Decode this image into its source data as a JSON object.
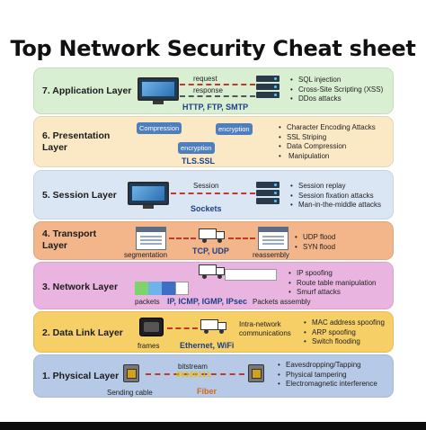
{
  "title": "Top Network Security Cheat sheet",
  "colors": {
    "application": "#d9efd2",
    "presentation": "#fbe9c6",
    "session": "#dbe6f5",
    "transport": "#f3b58a",
    "network": "#e9b5e0",
    "datalink": "#f6cf66",
    "physical": "#b6c9e6"
  },
  "layers": {
    "application": {
      "name": "7. Application Layer",
      "labels": [
        "request",
        "response"
      ],
      "protocols": "HTTP, FTP, SMTP",
      "attacks": [
        "SQL injection",
        "Cross-Site Scripting (XSS)",
        "DDos attacks"
      ]
    },
    "presentation": {
      "name_line1": "6. Presentation",
      "name_line2": "Layer",
      "tags": [
        "Compression",
        "encryption",
        "encryption"
      ],
      "protocols": "TLS.SSL",
      "attacks": [
        "Character Encoding Attacks",
        "SSL Striping",
        "Data Compression",
        "Manipulation"
      ]
    },
    "session": {
      "name": "5. Session Layer",
      "label": "Session",
      "protocols": "Sockets",
      "attacks": [
        "Session replay",
        "Session fixation attacks",
        "Man-in-the-middle attacks"
      ]
    },
    "transport": {
      "name_line1": "4. Transport",
      "name_line2": "Layer",
      "labels": [
        "segmentation",
        "reassembly"
      ],
      "protocols": "TCP, UDP",
      "attacks": [
        "UDP flood",
        "SYN flood"
      ]
    },
    "network": {
      "name": "3. Network Layer",
      "labels": [
        "packets",
        "Packets assembly"
      ],
      "protocols": "IP, ICMP, IGMP, IPsec",
      "attacks": [
        "IP spoofing",
        "Route table manipulation",
        "Smurf attacks"
      ],
      "packet_colors": [
        "#7fd36b",
        "#6fb3e8",
        "#3f6fc4",
        "#ffffff"
      ]
    },
    "datalink": {
      "name": "2. Data Link Layer",
      "labels": [
        "frames",
        "Intra-network",
        "communications"
      ],
      "protocols": "Ethernet, WiFi",
      "attacks": [
        "MAC address spoofing",
        "ARP spoofing",
        "Switch flooding"
      ]
    },
    "physical": {
      "name": "1. Physical Layer",
      "labels": [
        "bitstream",
        "Sending cable"
      ],
      "bits": "00100111",
      "protocols": "Fiber",
      "attacks": [
        "Eavesdropping/Tapping",
        "Physical tampering",
        "Electromagnetic interference"
      ]
    }
  }
}
